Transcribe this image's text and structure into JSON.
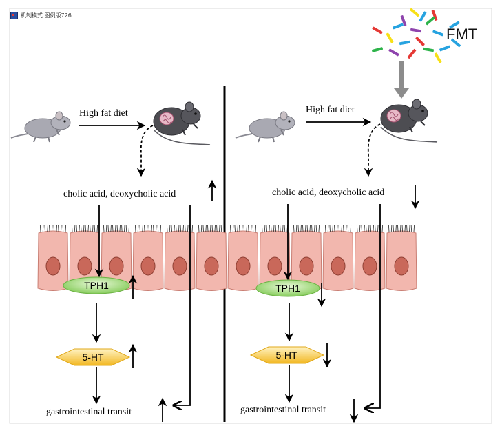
{
  "window": {
    "title": "机制模式 图例版726"
  },
  "fmt": {
    "label": "FMT",
    "bacteria_colors": [
      "#f7e017",
      "#27a3e0",
      "#8e44ad",
      "#e53935",
      "#2db34a"
    ]
  },
  "left_panel": {
    "diet_label": "High fat diet",
    "acids_label": "cholic acid, deoxycholic acid",
    "enzyme_label": "TPH1",
    "serotonin_label": "5-HT",
    "transit_label": "gastrointestinal transit",
    "acids_trend": "up",
    "enzyme_trend": "up",
    "serotonin_trend": "up",
    "transit_trend": "up"
  },
  "right_panel": {
    "diet_label": "High fat diet",
    "acids_label": "cholic acid, deoxycholic acid",
    "enzyme_label": "TPH1",
    "serotonin_label": "5-HT",
    "transit_label": "gastrointestinal transit",
    "acids_trend": "down",
    "enzyme_trend": "down",
    "serotonin_trend": "down",
    "transit_trend": "down"
  },
  "colors": {
    "cell_fill": "#f2b7ae",
    "cell_stroke": "#c97d72",
    "nucleus": "#c9685a",
    "enzyme_fill": "#8fd06b",
    "serotonin_fill": "#f6c842",
    "arrow": "#000000",
    "fmt_arrow": "#8c8c8c",
    "mouse_lean": "#a9a9b2",
    "mouse_obese": "#4d4d52"
  }
}
